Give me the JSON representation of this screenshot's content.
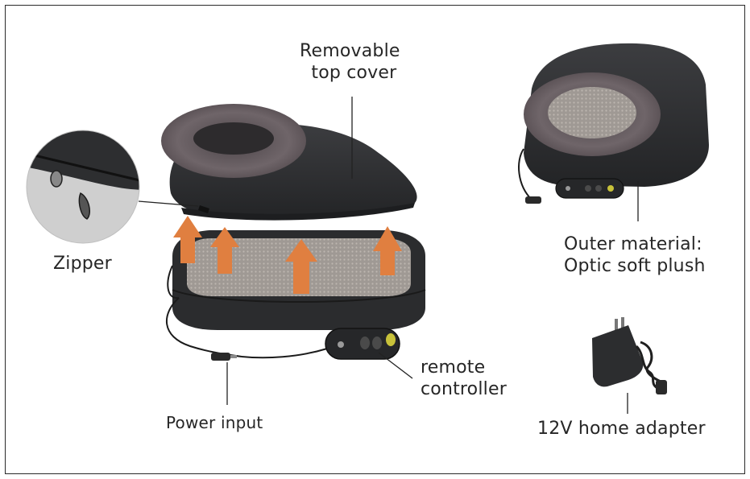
{
  "labels": {
    "top_cover": "Removable\n  top cover",
    "zipper": "Zipper",
    "outer_material": "Outer material:\nOptic soft plush",
    "remote": "remote\ncontroller",
    "power": "Power input",
    "adapter": "12V home adapter"
  },
  "colors": {
    "frame": "#2a2a2a",
    "fabric_dark": "#333436",
    "fur": "#6a6066",
    "mesh": "#a7a19b",
    "arrow": "#e07f40",
    "leader": "#222222"
  },
  "icons": {
    "heat_arrows": "up-arrow-icon",
    "zipper_pull": "zipper-pull-icon"
  }
}
